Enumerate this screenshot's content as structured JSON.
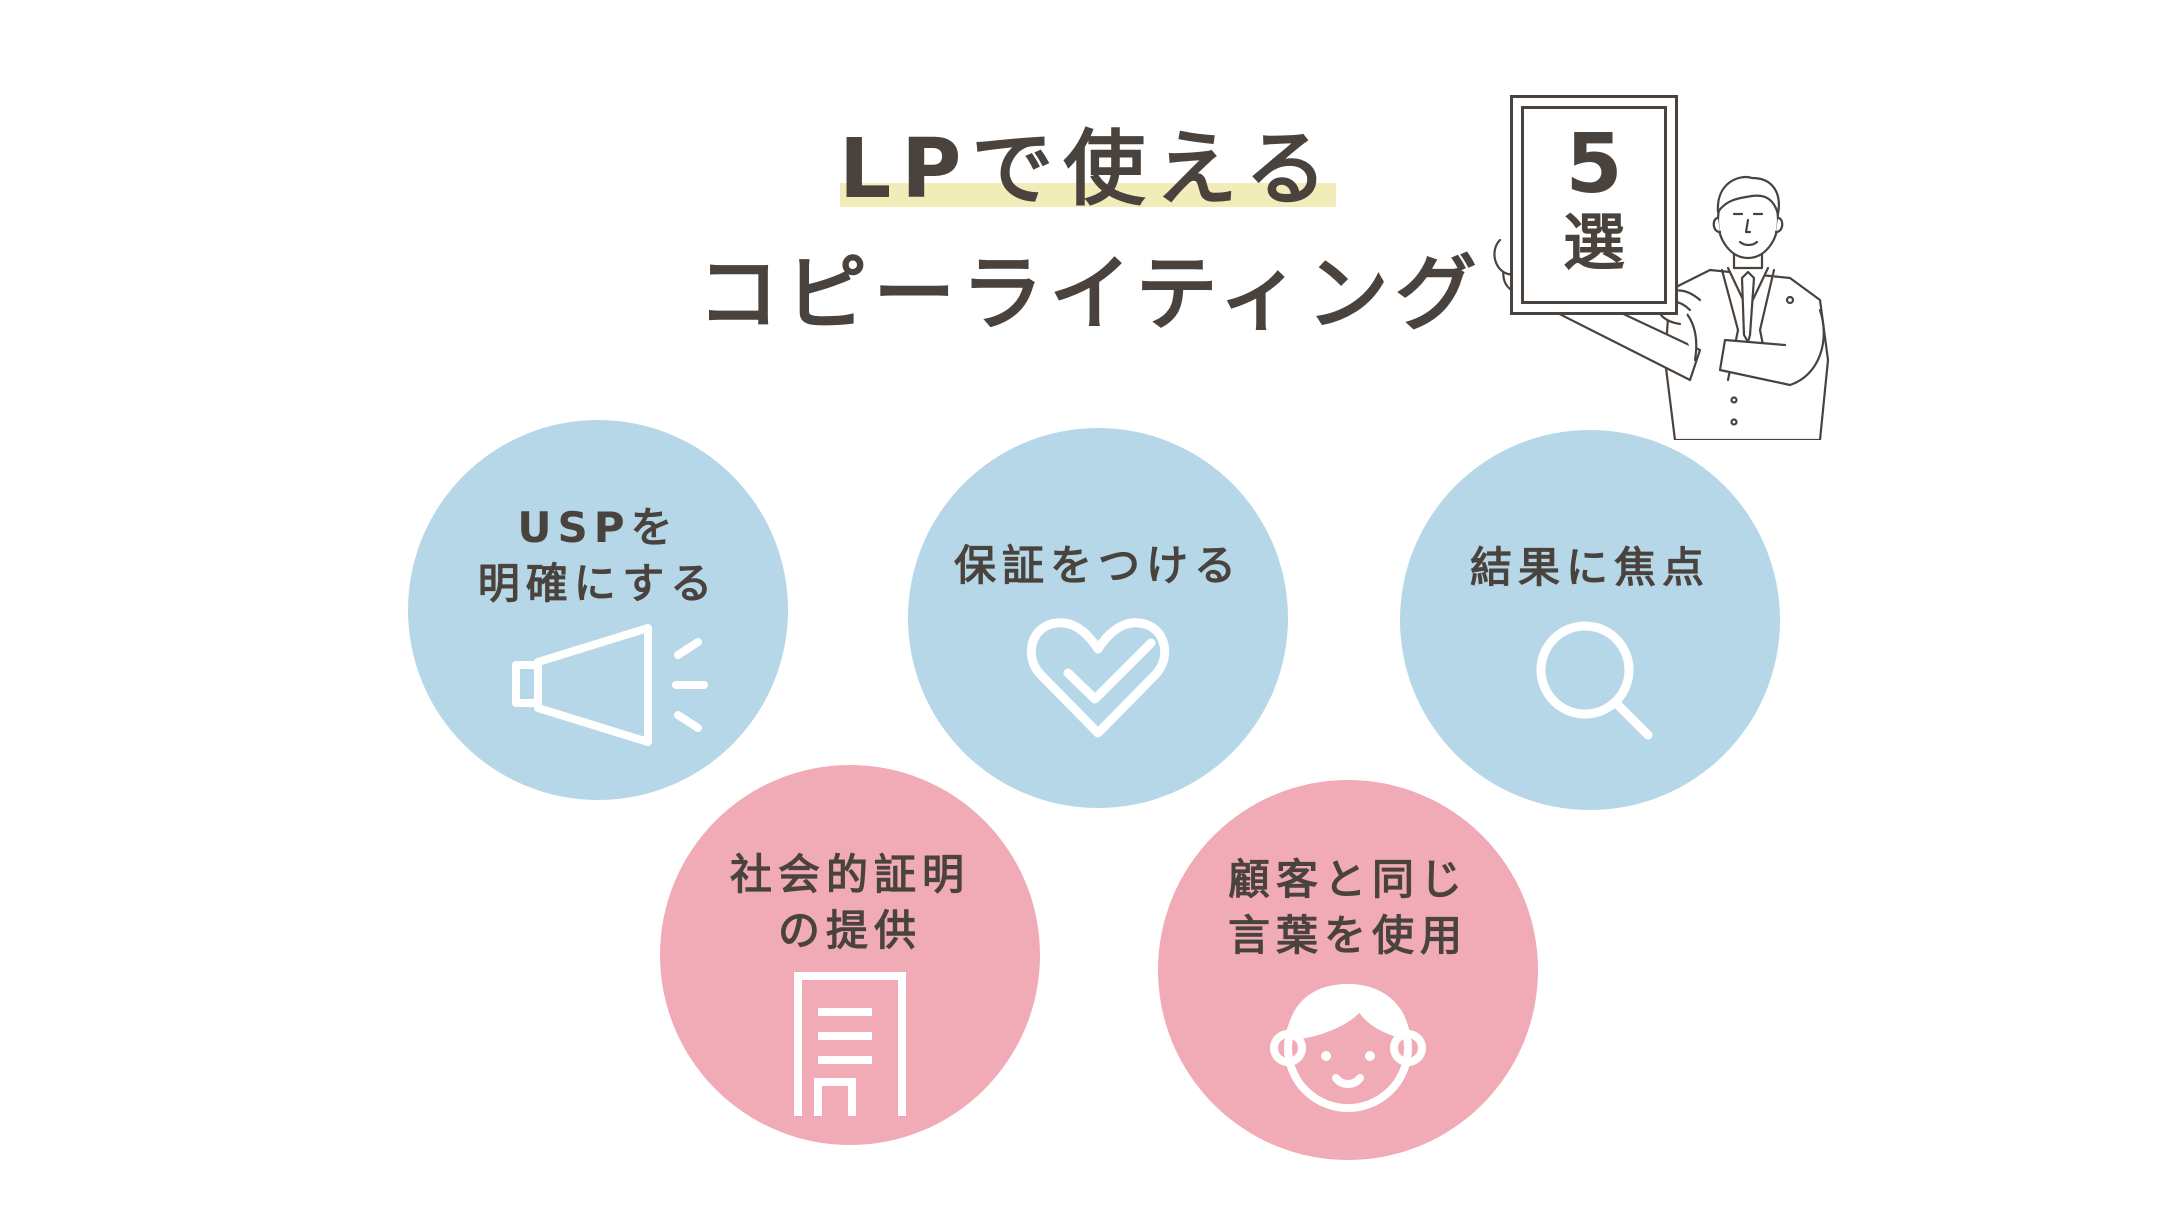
{
  "title": {
    "line1": "LPで使える",
    "line2": "コピーライティング"
  },
  "board": {
    "number": "5",
    "kanji": "選"
  },
  "items": [
    {
      "label": "USPを\n明確にする",
      "icon": "megaphone-icon",
      "color": "#b5d7e7"
    },
    {
      "label": "保証をつける",
      "icon": "heart-check-icon",
      "color": "#b5d7e7"
    },
    {
      "label": "結果に焦点",
      "icon": "search-icon",
      "color": "#b5d7e7"
    },
    {
      "label": "社会的証明\nの提供",
      "icon": "document-icon",
      "color": "#f0abb6"
    },
    {
      "label": "顧客と同じ\n言葉を使用",
      "icon": "face-icon",
      "color": "#f0abb6"
    }
  ],
  "colors": {
    "text": "#4a433d",
    "highlight": "#f2ecb8",
    "blue": "#b5d7e7",
    "pink": "#f0abb6"
  }
}
